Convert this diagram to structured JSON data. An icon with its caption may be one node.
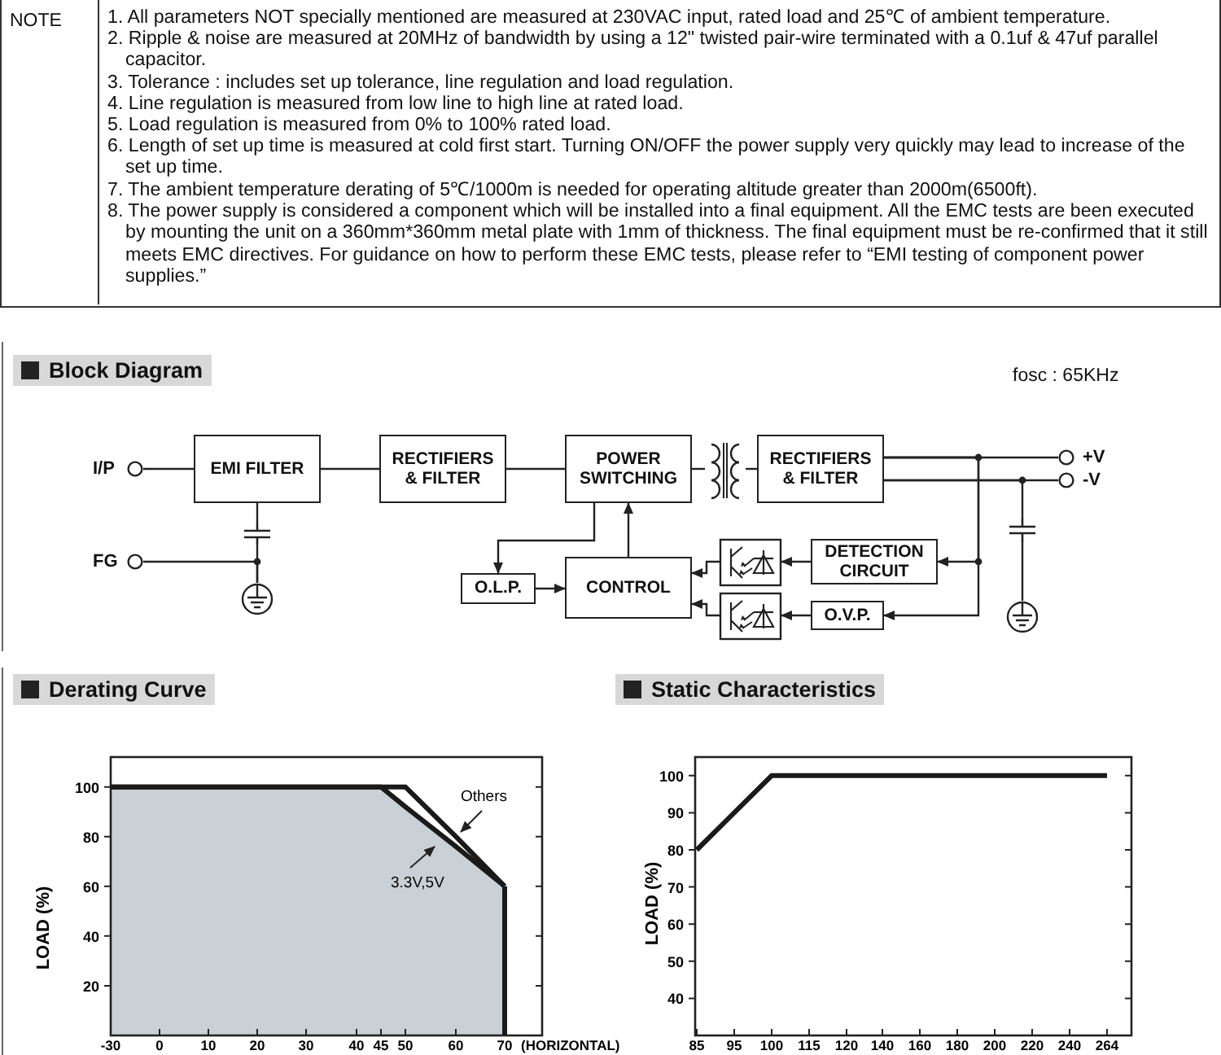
{
  "diagram": {
    "nodes": [
      {
        "text": [],
        "shape": "circle",
        "beside": [
          "I/P"
        ]
      },
      {
        "text": [],
        "shape": "circle",
        "beside": [
          "FG"
        ]
      },
      {
        "text": [
          "EMI FILTER"
        ]
      },
      {
        "text": [
          "RECTIFIERS & FILTER"
        ]
      },
      {
        "text": [
          "POWER SWITCHING"
        ]
      },
      {
        "text": [],
        "shape": "transformer"
      },
      {
        "text": [
          "RECTIFIERS & FILTER"
        ]
      },
      {
        "text": [],
        "shape": "circle",
        "beside": [
          "+V"
        ]
      },
      {
        "text": [],
        "shape": "circle",
        "beside": [
          "-V"
        ]
      },
      {
        "text": [],
        "shape": "capacitor"
      },
      {
        "text": [],
        "shape": "ground"
      },
      {
        "text": [
          "O.L.P."
        ]
      },
      {
        "text": [
          "CONTROL"
        ]
      },
      {
        "text": [],
        "shape": "optocoupler"
      },
      {
        "text": [],
        "shape": "optocoupler"
      },
      {
        "text": [
          "DETECTION CIRCUIT"
        ]
      },
      {
        "text": [
          "O.V.P."
        ]
      },
      {
        "text": [],
        "shape": "capacitor"
      },
      {
        "text": [],
        "shape": "ground"
      }
    ],
    "edges": [
      {
        "from": 0,
        "to": 2,
        "arrow": "none"
      },
      {
        "from": 2,
        "to": 3,
        "arrow": "none"
      },
      {
        "from": 3,
        "to": 4,
        "arrow": "none"
      },
      {
        "from": 4,
        "to": 5,
        "arrow": "none"
      },
      {
        "from": 5,
        "to": 6,
        "arrow": "none"
      },
      {
        "from": 6,
        "to": 7,
        "arrow": "none"
      },
      {
        "from": 6,
        "to": 8,
        "arrow": "none"
      },
      {
        "from": 2,
        "to": 9,
        "arrow": "none"
      },
      {
        "from": 9,
        "to": 10,
        "arrow": "none"
      },
      {
        "from": 1,
        "to": 10,
        "arrow": "none"
      },
      {
        "from": 4,
        "to": 11,
        "arrow": "to"
      },
      {
        "from": 11,
        "to": 12,
        "arrow": "to"
      },
      {
        "from": 12,
        "to": 4,
        "arrow": "to"
      },
      {
        "from": 13,
        "to": 12,
        "arrow": "to"
      },
      {
        "from": 15,
        "to": 13,
        "arrow": "to"
      },
      {
        "from": 16,
        "to": 14,
        "arrow": "to"
      },
      {
        "from": 14,
        "to": 12,
        "arrow": "to"
      },
      {
        "from": 6,
        "to": 15,
        "arrow": "to"
      },
      {
        "from": 6,
        "to": 16,
        "arrow": "to"
      },
      {
        "from": 6,
        "to": 17,
        "arrow": "none"
      },
      {
        "from": 17,
        "to": 18,
        "arrow": "none"
      }
    ],
    "labels": [
      "NOTE",
      "1. All parameters NOT specially mentioned are measured at 230VAC input, rated load and 25℃ of ambient temperature.",
      "2. Ripple & noise are measured at 20MHz of bandwidth by using a 12\" twisted pair-wire terminated with a 0.1uf & 47uf parallel capacitor.",
      "3. Tolerance : includes set up tolerance, line regulation and load regulation.",
      "4. Line regulation is measured from low line to high line at rated load.",
      "5. Load regulation is measured from 0% to 100% rated load.",
      "6. Length of set up time is measured at cold first start. Turning ON/OFF the power supply very quickly may lead to increase of the set up time.",
      "7. The ambient temperature derating of 5℃/1000m is needed for operating altitude greater than 2000m(6500ft).",
      "8. The power supply is considered a component which will be installed into a final equipment. All the EMC tests are been executed by mounting the unit on a 360mm*360mm metal plate with 1mm of thickness. The final equipment must be re-confirmed that it still meets EMC directives. For guidance on how to perform these EMC tests, please refer to “EMI testing of component power supplies.”",
      "Block Diagram",
      "fosc : 65KHz"
    ],
    "chart_data": [
      {
        "type": "line",
        "title": "Derating Curve",
        "xlabel": "(HORIZONTAL)",
        "ylabel": "LOAD (%)",
        "categories": [
          "-30",
          "0",
          "10",
          "20",
          "30",
          "40",
          "45",
          "50",
          "60",
          "70"
        ],
        "series": [
          {
            "name": "Others",
            "type": "line",
            "color": "#1a1a1a",
            "values": [
              100,
              100,
              100,
              100,
              100,
              100,
              100,
              100,
              80,
              60
            ]
          },
          {
            "name": "3.3V,5V",
            "type": "area",
            "color": "#1a1a1a",
            "values": [
              100,
              100,
              100,
              100,
              100,
              100,
              100,
              92,
              76,
              60
            ]
          }
        ],
        "ylim": [
          0,
          112
        ],
        "yticks": [
          20,
          40,
          60,
          80,
          100
        ]
      },
      {
        "type": "line",
        "title": "Static Characteristics",
        "ylabel": "LOAD (%)",
        "categories": [
          "85",
          "95",
          "100",
          "115",
          "120",
          "140",
          "160",
          "180",
          "200",
          "220",
          "240",
          "264"
        ],
        "series": [
          {
            "color": "#1a1a1a",
            "values": [
              80,
              90,
              100,
              100,
              100,
              100,
              100,
              100,
              100,
              100,
              100,
              100
            ]
          }
        ],
        "ylim": [
          30,
          105
        ],
        "yticks": [
          40,
          50,
          60,
          70,
          80,
          90,
          100
        ]
      }
    ]
  }
}
